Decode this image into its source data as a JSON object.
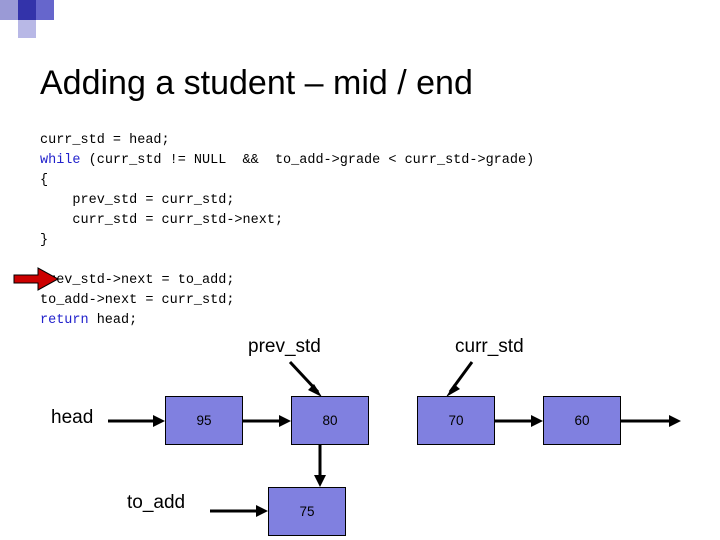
{
  "slide": {
    "title": "Adding a student – mid / end",
    "code_lines": [
      {
        "segments": [
          {
            "text": "curr_std = head;",
            "style": "plain"
          }
        ]
      },
      {
        "segments": [
          {
            "text": "while",
            "style": "keyword"
          },
          {
            "text": " (curr_std != NULL  &&  to_add->grade < curr_std->grade)",
            "style": "plain"
          }
        ]
      },
      {
        "segments": [
          {
            "text": "{",
            "style": "plain"
          }
        ]
      },
      {
        "segments": [
          {
            "text": "    prev_std = curr_std;",
            "style": "plain"
          }
        ]
      },
      {
        "segments": [
          {
            "text": "    curr_std = curr_std->next;",
            "style": "plain"
          }
        ]
      },
      {
        "segments": [
          {
            "text": "}",
            "style": "plain"
          }
        ]
      },
      {
        "segments": [
          {
            "text": "",
            "style": "plain"
          }
        ]
      },
      {
        "segments": [
          {
            "text": "prev_std->next = to_add;",
            "style": "plain"
          }
        ]
      },
      {
        "segments": [
          {
            "text": "to_add->next = curr_std;",
            "style": "plain"
          }
        ]
      },
      {
        "segments": [
          {
            "text": "return",
            "style": "keyword"
          },
          {
            "text": " head;",
            "style": "plain"
          }
        ]
      }
    ],
    "labels": {
      "prev_std": "prev_std",
      "curr_std": "curr_std",
      "head": "head",
      "to_add": "to_add"
    },
    "nodes": [
      {
        "value": "95"
      },
      {
        "value": "80"
      },
      {
        "value": "70"
      },
      {
        "value": "60"
      },
      {
        "value": "75"
      }
    ],
    "colors": {
      "node_fill": "#8080e0",
      "keyword": "#2222cc",
      "pointer_arrow": "#cc0000",
      "deco_dark": "#3333aa",
      "deco_mid": "#6666cc",
      "deco_light": "#9a9ad6"
    }
  }
}
